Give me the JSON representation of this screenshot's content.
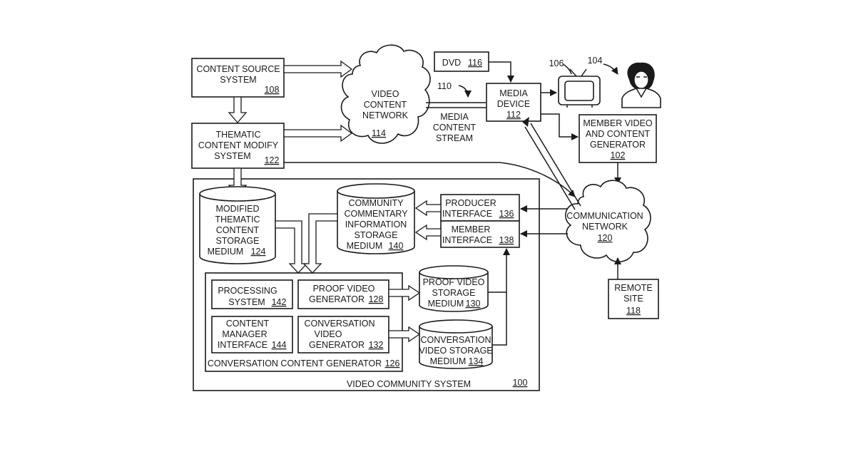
{
  "nodes": {
    "content_source": {
      "line1": "CONTENT SOURCE",
      "line2": "SYSTEM",
      "ref": "108"
    },
    "thematic_modify": {
      "line1": "THEMATIC",
      "line2": "CONTENT MODIFY",
      "line3": "SYSTEM",
      "ref": "122"
    },
    "video_network": {
      "line1": "VIDEO",
      "line2": "CONTENT",
      "line3": "NETWORK",
      "ref": "114"
    },
    "stream": {
      "ref": "110",
      "line1": "MEDIA",
      "line2": "CONTENT",
      "line3": "STREAM"
    },
    "dvd": {
      "label": "DVD",
      "ref": "116"
    },
    "media_device": {
      "line1": "MEDIA",
      "line2": "DEVICE",
      "ref": "112"
    },
    "display_ref": "106",
    "user_ref": "104",
    "member_generator": {
      "line1": "MEMBER VIDEO",
      "line2": "AND CONTENT",
      "line3": "GENERATOR",
      "ref": "102"
    },
    "comm_network": {
      "line1": "COMMUNICATION",
      "line2": "NETWORK",
      "ref": "120"
    },
    "remote_site": {
      "line1": "REMOTE",
      "line2": "SITE",
      "ref": "118"
    },
    "modified_storage": {
      "line1": "MODIFIED",
      "line2": "THEMATIC",
      "line3": "CONTENT",
      "line4": "STORAGE",
      "line5": "MEDIUM",
      "ref": "124"
    },
    "community_storage": {
      "line1": "COMMUNITY",
      "line2": "COMMENTARY",
      "line3": "INFORMATION",
      "line4": "STORAGE",
      "line5": "MEDIUM",
      "ref": "140"
    },
    "producer_interface": {
      "line1": "PRODUCER",
      "line2": "INTERFACE",
      "ref": "136"
    },
    "member_interface": {
      "line1": "MEMBER",
      "line2": "INTERFACE",
      "ref": "138"
    },
    "processing": {
      "line1": "PROCESSING",
      "line2": "SYSTEM",
      "ref": "142"
    },
    "proof_generator": {
      "line1": "PROOF VIDEO",
      "line2": "GENERATOR",
      "ref": "128"
    },
    "proof_storage": {
      "line1": "PROOF VIDEO",
      "line2": "STORAGE",
      "line3": "MEDIUM",
      "ref": "130"
    },
    "content_manager": {
      "line1": "CONTENT",
      "line2": "MANAGER",
      "line3": "INTERFACE",
      "ref": "144"
    },
    "conv_generator": {
      "line1": "CONVERSATION",
      "line2": "VIDEO",
      "line3": "GENERATOR",
      "ref": "132"
    },
    "conv_storage": {
      "line1": "CONVERSATION",
      "line2": "VIDEO STORAGE",
      "line3": "MEDIUM",
      "ref": "134"
    },
    "conv_content_gen": {
      "label": "CONVERSATION CONTENT GENERATOR",
      "ref": "126"
    },
    "video_community": {
      "label": "VIDEO COMMUNITY SYSTEM",
      "ref": "100"
    }
  }
}
